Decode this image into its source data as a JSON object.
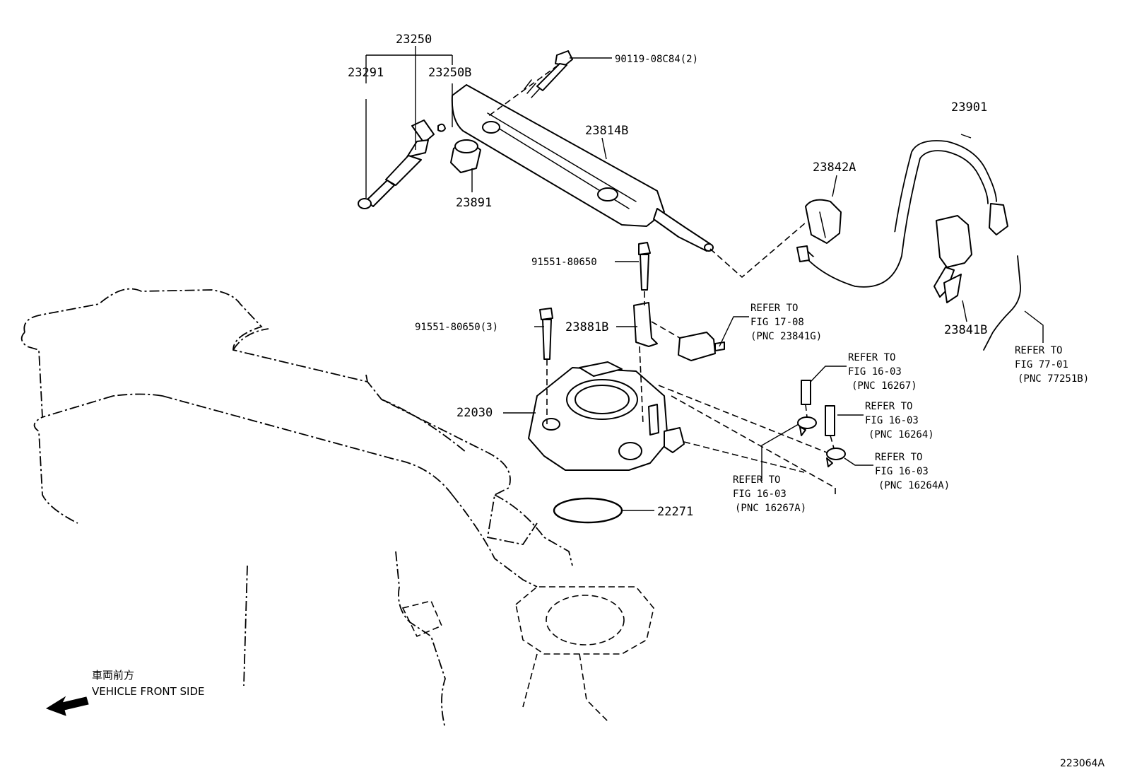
{
  "parts": {
    "injector_assy": "23250",
    "injector_sub1": "23291",
    "injector_sub2": "23250B",
    "bolt_top": "90119-08C84(2)",
    "fuel_rail": "23814B",
    "spacer": "23891",
    "fuel_hose": "23901",
    "clip": "23842A",
    "bolt_mid": "91551-80650",
    "bolt_left": "91551-80650(3)",
    "bracket": "23881B",
    "throttle_body": "22030",
    "gasket": "22271",
    "clamp_right": "23841B"
  },
  "refs": {
    "r1": [
      "REFER TO",
      "FIG 17-08",
      "(PNC 23841G)"
    ],
    "r2": [
      "REFER TO",
      "FIG 16-03",
      "(PNC 16267)"
    ],
    "r3": [
      "REFER TO",
      "FIG 16-03",
      "(PNC 16264)"
    ],
    "r4": [
      "REFER TO",
      "FIG 16-03",
      "(PNC 16264A)"
    ],
    "r5": [
      "REFER TO",
      "FIG 16-03",
      "(PNC 16267A)"
    ],
    "r6": [
      "REFER TO",
      "FIG 77-01",
      "(PNC 77251B)"
    ]
  },
  "direction": {
    "jp": "車両前方",
    "en": "VEHICLE FRONT SIDE"
  },
  "figure_id": "223064A"
}
